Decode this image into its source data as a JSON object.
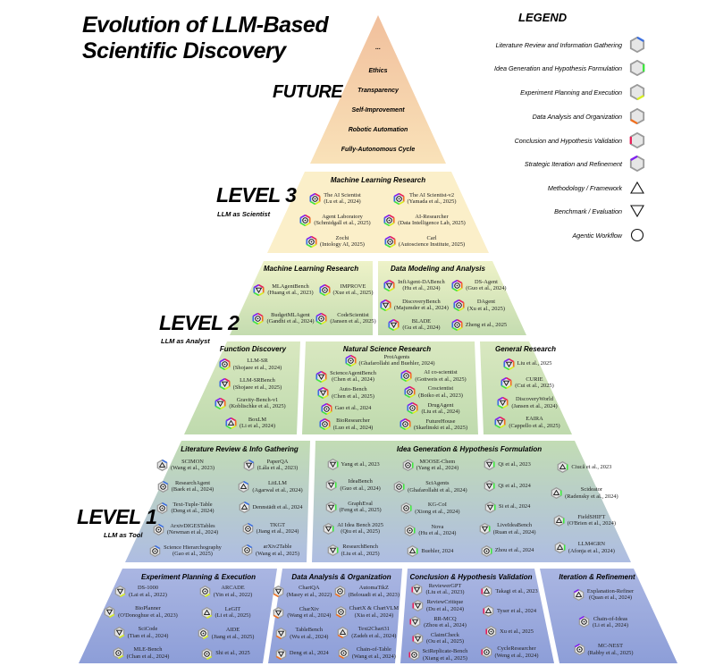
{
  "title": {
    "line1": "Evolution of LLM-Based",
    "line2": "Scientific Discovery"
  },
  "future": {
    "label": "FUTURE",
    "items": [
      "...",
      "Ethics",
      "Transparency",
      "Self-Improvement",
      "Robotic Automation",
      "Fully-Autonomous Cycle"
    ]
  },
  "levels": {
    "l3": {
      "label": "LEVEL 3",
      "sub": "LLM as Scientist"
    },
    "l2": {
      "label": "LEVEL 2",
      "sub": "LLM as Analyst"
    },
    "l1": {
      "label": "LEVEL 1",
      "sub": "LLM as Tool"
    }
  },
  "legend": {
    "title": "LEGEND",
    "categories": [
      {
        "label": "Literature Review and Information Gathering",
        "color": "#3b6fe0"
      },
      {
        "label": "Idea Generation and Hypothesis Formulation",
        "color": "#3ee83e"
      },
      {
        "label": "Experiment Planning and Execution",
        "color": "#d8f020"
      },
      {
        "label": "Data Analysis and Organization",
        "color": "#f07020"
      },
      {
        "label": "Conclusion and Hypothesis Validation",
        "color": "#e8205a"
      },
      {
        "label": "Strategic Iteration and Refinement",
        "color": "#8020f0"
      }
    ],
    "types": [
      {
        "label": "Methodology / Framework",
        "icon": "triangle-up"
      },
      {
        "label": "Benchmark / Evaluation",
        "icon": "triangle-down"
      },
      {
        "label": "Agentic Workflow",
        "icon": "circle"
      }
    ]
  },
  "sections": [
    {
      "id": "l3-ml",
      "title": "Machine Learning Research",
      "cat": "rainbow",
      "columns": [
        [
          {
            "t": "The AI Scientist",
            "c": "(Lu et al., 2024)",
            "k": "A"
          },
          {
            "t": "Agent Laboratory",
            "c": "(Schmidgall et al., 2025)",
            "k": "A"
          },
          {
            "t": "Zochi",
            "c": "(Intology AI, 2025)",
            "k": "A"
          }
        ],
        [
          {
            "t": "The AI Scientist-v2",
            "c": "(Yamada et al., 2025)",
            "k": "A"
          },
          {
            "t": "AI-Researcher",
            "c": "(Data Intelligence Lab, 2025)",
            "k": "A"
          },
          {
            "t": "Carl",
            "c": "(Autoscience Institute, 2025)",
            "k": "A"
          }
        ]
      ]
    },
    {
      "id": "l2-ml",
      "title": "Machine Learning Research",
      "cat": "rainbow",
      "columns": [
        [
          {
            "t": "MLAgentBench",
            "c": "(Huang et al., 2023)",
            "k": "B"
          },
          {
            "t": "BudgetMLAgent",
            "c": "(Gandhi et al., 2024)",
            "k": "A"
          }
        ],
        [
          {
            "t": "IMPROVE",
            "c": "(Xue et al., 2025)",
            "k": "A"
          },
          {
            "t": "CodeScientist",
            "c": "(Jansen et al., 2025)",
            "k": "A"
          }
        ]
      ]
    },
    {
      "id": "l2-dm",
      "title": "Data Modeling and Analysis",
      "cat": "rainbow",
      "columns": [
        [
          {
            "t": "InfiAgent-DABench",
            "c": "(Hu et al., 2024)",
            "k": "B"
          },
          {
            "t": "DiscoveryBench",
            "c": "(Majumder et al., 2024)",
            "k": "B"
          },
          {
            "t": "BLADE",
            "c": "(Gu et al., 2024)",
            "k": "B"
          }
        ],
        [
          {
            "t": "DS-Agent",
            "c": "(Guo et al., 2024)",
            "k": "A"
          },
          {
            "t": "DAgent",
            "c": "(Xu et al., 2025)",
            "k": "A"
          },
          {
            "t": "Zheng et al., 2025",
            "k": "A"
          }
        ]
      ]
    },
    {
      "id": "l2-fd",
      "title": "Function Discovery",
      "cat": "rainbow",
      "columns": [
        [
          {
            "t": "LLM-SR",
            "c": "(Shojaee et al., 2024)",
            "k": "A"
          },
          {
            "t": "LLM-SRBench",
            "c": "(Shojaee et al., 2025)",
            "k": "B"
          },
          {
            "t": "Gravity-Bench-v1",
            "c": "(Koblischke et al., 2025)",
            "k": "B"
          },
          {
            "t": "BoxLM",
            "c": "(Li et al., 2024)",
            "k": "M"
          }
        ]
      ]
    },
    {
      "id": "l2-ns",
      "title": "Natural Science Research",
      "cat": "rainbow",
      "lead": {
        "t": "ProtAgents",
        "c": "(Ghafarollahi and Buehler, 2024)",
        "k": "A"
      },
      "columns": [
        [
          {
            "t": "ScienceAgentBench",
            "c": "(Chen et al., 2024)",
            "k": "B"
          },
          {
            "t": "Auto-Bench",
            "c": "(Chen et al., 2025)",
            "k": "B"
          },
          {
            "t": "Gao et al., 2024",
            "k": "A"
          },
          {
            "t": "BioResearcher",
            "c": "(Luo et al., 2024)",
            "k": "A"
          }
        ],
        [
          {
            "t": "AI co-scientist",
            "c": "(Gottweis et al., 2025)",
            "k": "A"
          },
          {
            "t": "Coscientist",
            "c": "(Boiko et al., 2023)",
            "k": "A"
          },
          {
            "t": "DrugAgent",
            "c": "(Liu et al., 2024)",
            "k": "A"
          },
          {
            "t": "FutureHouse",
            "c": "(Skarlinski et al., 2025)",
            "k": "A"
          }
        ]
      ]
    },
    {
      "id": "l2-gr",
      "title": "General Research",
      "cat": "rainbow",
      "columns": [
        [
          {
            "t": "Liu et al., 2025",
            "k": "B"
          },
          {
            "t": "CURIE",
            "c": "(Cui et al., 2025)",
            "k": "B"
          },
          {
            "t": "DiscoveryWorld",
            "c": "(Jansen et al., 2024)",
            "k": "B"
          },
          {
            "t": "EAIRA",
            "c": "(Cappello et al., 2025)",
            "k": "B"
          }
        ]
      ]
    },
    {
      "id": "l1-lit",
      "title": "Literature Review & Info Gathering",
      "cat": 0,
      "columns": [
        [
          {
            "t": "SCIMON",
            "c": "(Wang et al., 2023)",
            "k": "M"
          },
          {
            "t": "ResearchAgent",
            "c": "(Baek et al., 2024)",
            "k": "A"
          },
          {
            "t": "Text-Tuple-Table",
            "c": "(Deng et al., 2024)",
            "k": "A"
          },
          {
            "t": "ArxivDIGESTables",
            "c": "(Newman et al., 2024)",
            "k": "A"
          },
          {
            "t": "Science Hierarchography",
            "c": "(Gao et al., 2025)",
            "k": "A"
          }
        ],
        [
          {
            "t": "PaperQA",
            "c": "(Lála et al., 2023)",
            "k": "B"
          },
          {
            "t": "LitLLM",
            "c": "(Agarwal et al., 2024)",
            "k": "M"
          },
          {
            "t": "Dennstädt et al., 2024",
            "k": "M"
          },
          {
            "t": "TKGT",
            "c": "(Jiang et al., 2024)",
            "k": "A"
          },
          {
            "t": "arXiv2Table",
            "c": "(Wang et al., 2025)",
            "k": "A"
          }
        ]
      ]
    },
    {
      "id": "l1-idea",
      "title": "Idea Generation & Hypothesis Formulation",
      "cat": 1,
      "columns": [
        [
          {
            "t": "Yang et al., 2023",
            "k": "B"
          },
          {
            "t": "IdeaBench",
            "c": "(Guo et al., 2024)",
            "k": "B"
          },
          {
            "t": "GraphEval",
            "c": "(Feng et al., 2025)",
            "k": "B"
          },
          {
            "t": "AI Idea Bench 2025",
            "c": "(Qiu et al., 2025)",
            "k": "B"
          },
          {
            "t": "ResearchBench",
            "c": "(Liu et al., 2025)",
            "k": "B"
          }
        ],
        [
          {
            "t": "MOOSE-Chem",
            "c": "(Yang et al., 2024)",
            "k": "A"
          },
          {
            "t": "SciAgents",
            "c": "(Ghafarollahi et al., 2024)",
            "k": "A"
          },
          {
            "t": "KG-CoI",
            "c": "(Xiong et al., 2024)",
            "k": "A"
          },
          {
            "t": "Nova",
            "c": "(Hu et al., 2024)",
            "k": "A"
          },
          {
            "t": "Buehler, 2024",
            "k": "M"
          }
        ],
        [
          {
            "t": "Qi et al., 2023",
            "k": "B"
          },
          {
            "t": "Qi et al., 2024",
            "k": "B"
          },
          {
            "t": "Si et al., 2024",
            "k": "B"
          },
          {
            "t": "LiveIdeaBench",
            "c": "(Ruan et al., 2024)",
            "k": "B"
          },
          {
            "t": "Zhou et al., 2024",
            "k": "A"
          }
        ],
        [
          {
            "t": "Ciucă et al., 2023",
            "k": "M"
          },
          {
            "t": "Scideator",
            "c": "(Radensky et al., 2024)",
            "k": "M"
          },
          {
            "t": "FieldSHIFT",
            "c": "(O'Brien et al., 2024)",
            "k": "M"
          },
          {
            "t": "LLM4GRN",
            "c": "(Afonja et al., 2024)",
            "k": "M"
          }
        ]
      ]
    },
    {
      "id": "l0-exp",
      "title": "Experiment Planning & Execution",
      "cat": 2,
      "columns": [
        [
          {
            "t": "DS-1000",
            "c": "(Lai et al., 2022)",
            "k": "B"
          },
          {
            "t": "BioPlanner",
            "c": "(O'Donoghue et al., 2023)",
            "k": "B"
          },
          {
            "t": "SciCode",
            "c": "(Tian et al., 2024)",
            "k": "B"
          },
          {
            "t": "MLE-Bench",
            "c": "(Chan et al., 2024)",
            "k": "A"
          }
        ],
        [
          {
            "t": "ARCADE",
            "c": "(Yin et al., 2022)",
            "k": "A"
          },
          {
            "t": "LeGIT",
            "c": "(Li et al., 2025)",
            "k": "M"
          },
          {
            "t": "AIDE",
            "c": "(Jiang et al., 2025)",
            "k": "A"
          },
          {
            "t": "Shi et al., 2025",
            "k": "A"
          }
        ]
      ]
    },
    {
      "id": "l0-data",
      "title": "Data Analysis & Organization",
      "cat": 3,
      "columns": [
        [
          {
            "t": "ChartQA",
            "c": "(Masry et al., 2022)",
            "k": "B"
          },
          {
            "t": "CharXiv",
            "c": "(Wang et al., 2024)",
            "k": "B"
          },
          {
            "t": "TableBench",
            "c": "(Wu et al., 2024)",
            "k": "B"
          },
          {
            "t": "Deng et al., 2024",
            "k": "B"
          }
        ],
        [
          {
            "t": "AutomaTikZ",
            "c": "(Belouadi et al., 2023)",
            "k": "A"
          },
          {
            "t": "ChartX & ChartVLM",
            "c": "(Xia et al., 2024)",
            "k": "A"
          },
          {
            "t": "Text2Chart31",
            "c": "(Zadeh et al., 2024)",
            "k": "M"
          },
          {
            "t": "Chain-of-Table",
            "c": "(Wang et al., 2024)",
            "k": "A"
          }
        ]
      ]
    },
    {
      "id": "l0-concl",
      "title": "Conclusion & Hypothesis Validation",
      "cat": 4,
      "columns": [
        [
          {
            "t": "ReviewerGPT",
            "c": "(Liu et al., 2023)",
            "k": "B"
          },
          {
            "t": "ReviewCritique",
            "c": "(Du et al., 2024)",
            "k": "B"
          },
          {
            "t": "RR-MCQ",
            "c": "(Zhou et al., 2024)",
            "k": "B"
          },
          {
            "t": "ClaimCheck",
            "c": "(Ou et al., 2025)",
            "k": "B"
          },
          {
            "t": "SciReplicate-Bench",
            "c": "(Xiang et al., 2025)",
            "k": "A"
          }
        ],
        [
          {
            "t": "Takagi et al., 2023",
            "k": "M"
          },
          {
            "t": "Tyser et al., 2024",
            "k": "M"
          },
          {
            "t": "Xu et al., 2025",
            "k": "A"
          },
          {
            "t": "CycleResearcher",
            "c": "(Weng et al., 2024)",
            "k": "A"
          }
        ]
      ]
    },
    {
      "id": "l0-iter",
      "title": "Iteration & Refinement",
      "cat": 5,
      "columns": [
        [
          {
            "t": "Explanation-Refiner",
            "c": "(Quan et al., 2024)",
            "k": "M"
          },
          {
            "t": "Chain-of-Ideas",
            "c": "(Li et al., 2024)",
            "k": "A"
          },
          {
            "t": "MC-NEST",
            "c": "(Rabby et al., 2025)",
            "k": "A"
          }
        ]
      ]
    }
  ]
}
